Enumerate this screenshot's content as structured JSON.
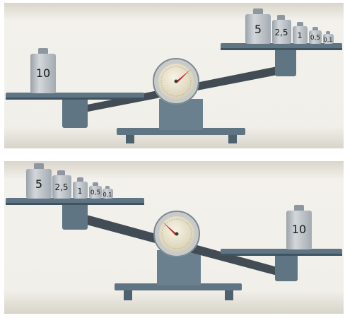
{
  "colors": {
    "panel_light": "#f2f0ea",
    "panel_shadow": "#dcd8cf",
    "tray": "#5f7583",
    "tray_dark": "#3f5360",
    "beam": "#414c55",
    "weight_light": "#cfd4d8",
    "weight_mid": "#a9b1b8",
    "weight_dark": "#8e979f",
    "dial_face": "#e9e3cf",
    "dial_rim": "#c9cbc9",
    "needle": "#c8252a"
  },
  "scene_top": {
    "left_pan": {
      "weights": [
        "10"
      ]
    },
    "right_pan": {
      "weights": [
        "5",
        "2,5",
        "1",
        "0,5",
        "0,1"
      ]
    },
    "heavier_side": "left"
  },
  "scene_bottom": {
    "left_pan": {
      "weights": [
        "5",
        "2,5",
        "1",
        "0,5",
        "0,1"
      ]
    },
    "right_pan": {
      "weights": [
        "10"
      ]
    },
    "heavier_side": "right"
  }
}
